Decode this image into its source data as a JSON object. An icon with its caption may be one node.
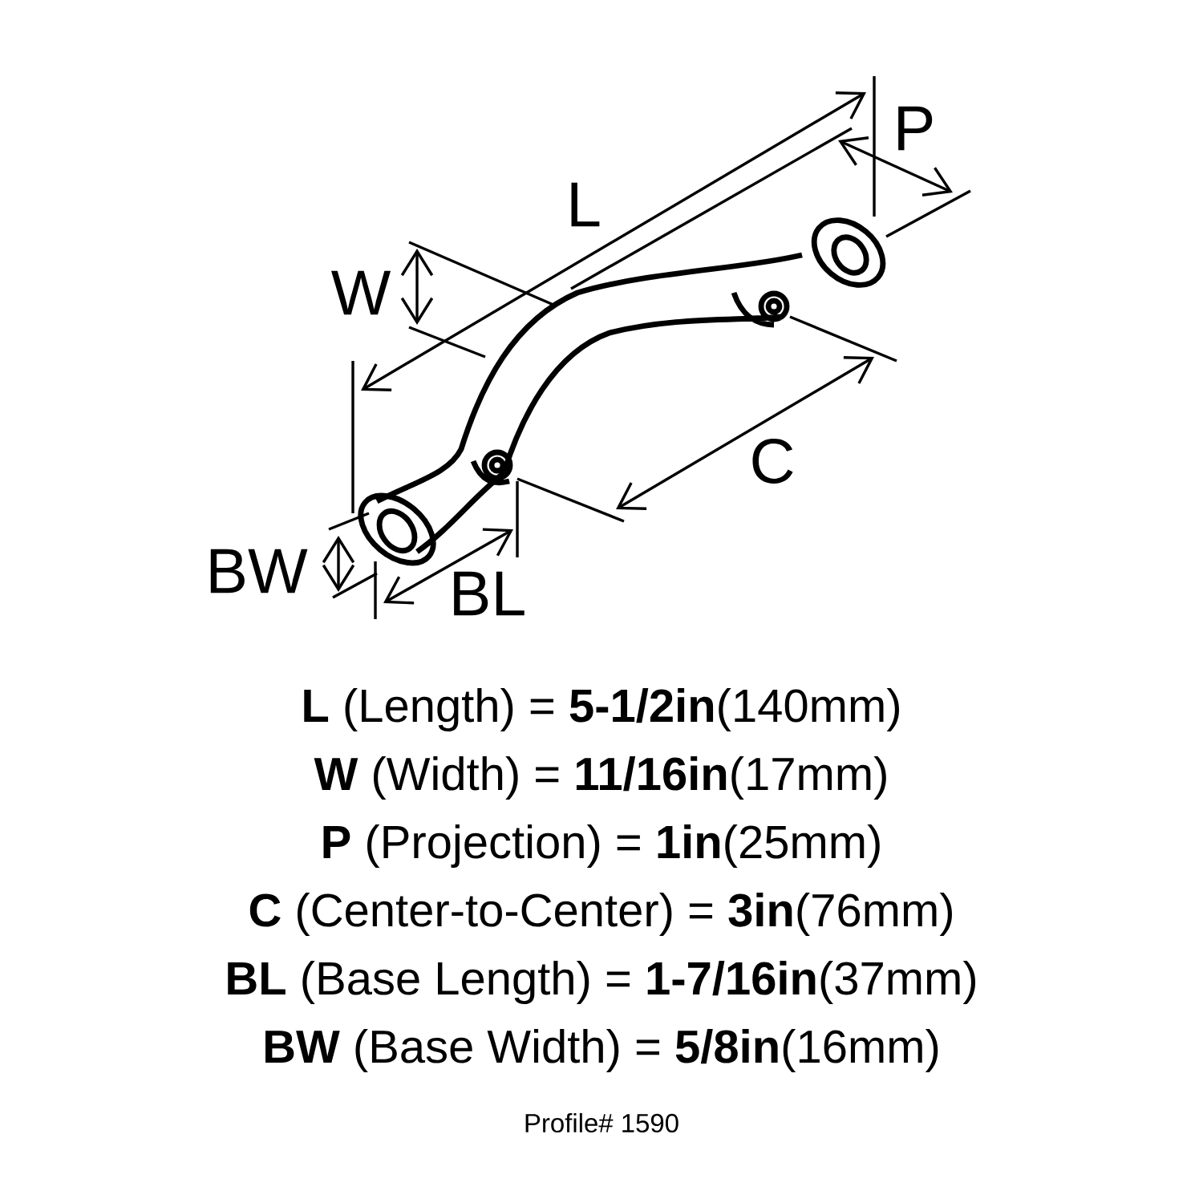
{
  "diagram": {
    "labels": [
      "P",
      "L",
      "W",
      "C",
      "BW",
      "BL",
      "**L** (Length) = **5-1/2in**(140mm)",
      "**W** (Width) = **11/16in**(17mm)",
      "**P** (Projection) = **1in**(25mm)",
      "**C** (Center-to-Center) = **3in**(76mm)",
      "**BL** (Base Length) = **1-7/16in**(37mm)",
      "**BW** (Base Width) = **5/8in**(16mm)",
      "Profile# 1590"
    ]
  }
}
